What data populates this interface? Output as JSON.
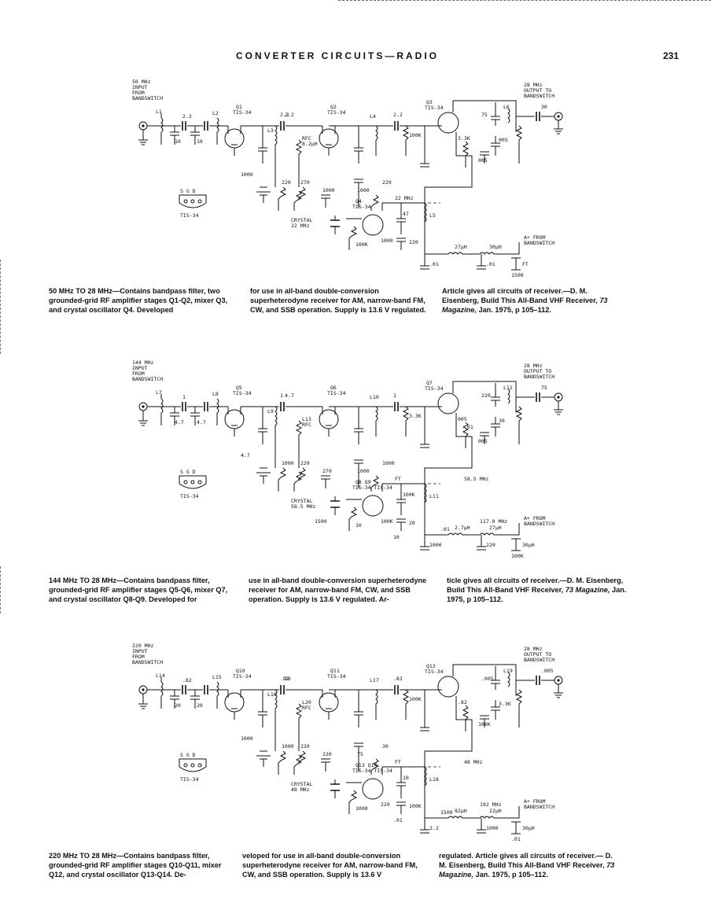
{
  "header": {
    "title": "CONVERTER CIRCUITS—RADIO",
    "page_number": "231"
  },
  "sections": [
    {
      "labels": {
        "input": [
          "50 MHz",
          "INPUT",
          "FROM",
          "BANDSWITCH"
        ],
        "output": [
          "28 MHz",
          "OUTPUT TO",
          "BANDSWITCH"
        ],
        "q_rf1": [
          "Q1",
          "TIS-34"
        ],
        "q_rf2": [
          "Q2",
          "TIS-34"
        ],
        "q_mix": [
          "Q3",
          "TIS-34"
        ],
        "q_osc": [
          "Q4",
          "TIS-34"
        ],
        "caps": [
          "2.2",
          "10",
          "10",
          "2.2",
          "2.2",
          "2.2",
          "1000",
          "220",
          "270",
          "1000",
          "1000",
          "220",
          "75",
          "30",
          "005",
          "005",
          "3.3K",
          "100K",
          "47",
          "100K",
          "1000",
          "220",
          ".01",
          ".01",
          "1500"
        ],
        "coils": [
          "L1",
          "L2",
          "L3",
          "L4",
          "L5",
          "L6",
          "RFC",
          "8.2µH",
          "27µH",
          "30µH",
          "FT",
          "22 MHz"
        ],
        "crystal": [
          "CRYSTAL",
          "22 MHz"
        ],
        "pinout": [
          "S G D",
          "TIS-34"
        ],
        "supply": [
          "A+ FROM",
          "BANDSWITCH"
        ]
      },
      "caption": {
        "col1": "50 MHz TO 28 MHz—Contains bandpass filter, two grounded-grid RF amplifier stages Q1-Q2, mixer Q3, and crystal oscillator Q4. Developed",
        "col2": "for use in all-band double-conversion superheterodyne receiver for AM, narrow-band FM, CW, and SSB operation. Supply is 13.6 V regulated.",
        "col3a": "Article gives all circuits of receiver.—D. M. Eisenberg, Build This All-Band VHF Receiver, ",
        "col3_pub": "73 Magazine,",
        "col3b": " Jan. 1975, p 105–112."
      }
    },
    {
      "labels": {
        "input": [
          "144 MHz",
          "INPUT",
          "FROM",
          "BANDSWITCH"
        ],
        "output": [
          "28 MHz",
          "OUTPUT TO",
          "BANDSWITCH"
        ],
        "q_rf1": [
          "Q5",
          "TIS-34"
        ],
        "q_rf2": [
          "Q6",
          "TIS-34"
        ],
        "q_mix": [
          "Q7",
          "TIS-34"
        ],
        "q_osc": [
          "Q8",
          "TIS-34"
        ],
        "q_osc2": [
          "Q9",
          "TIS-34"
        ],
        "caps": [
          "1",
          "4.7",
          "4.7",
          "1",
          "1",
          "4.7",
          "4.7",
          "1000",
          "220",
          "270",
          "1000",
          "1000",
          "220",
          "75",
          "30",
          "005",
          "005",
          "3.3K",
          "100K",
          "10",
          "100K",
          "20",
          "1000",
          "220",
          "100K",
          "10",
          ".01",
          ".01",
          "1500"
        ],
        "coils": [
          "L7",
          "L8",
          "L9",
          "L10",
          "L11",
          "L12",
          "L13",
          "RFC",
          "2.7µH",
          "27µH",
          "30µH",
          "FT",
          "58.5 MHz",
          "117.0 MHz"
        ],
        "crystal": [
          "CRYSTAL",
          "58.5 MHz"
        ],
        "pinout": [
          "S G D",
          "TIS-34"
        ],
        "supply": [
          "A+ FROM",
          "BANDSWITCH"
        ]
      },
      "caption": {
        "col1": "144 MHz TO 28 MHz—Contains bandpass filter, grounded-grid RF amplifier stages Q5-Q6, mixer Q7, and crystal oscillator Q8-Q9. Developed for",
        "col2": "use in all-band double-conversion superheterodyne receiver for AM, narrow-band FM, CW, and SSB operation. Supply is 13.6 V regulated. Ar-",
        "col3a": "ticle gives all circuits of receiver.—D. M. Eisenberg, Build This All-Band VHF Receiver, ",
        "col3_pub": "73 Magazine,",
        "col3b": " Jan. 1975, p 105–112."
      }
    },
    {
      "labels": {
        "input": [
          "220 MHz",
          "INPUT",
          "FROM",
          "BANDSWITCH"
        ],
        "output": [
          "28 MHz",
          "OUTPUT TO",
          "BANDSWITCH"
        ],
        "q_rf1": [
          "Q10",
          "TIS-34"
        ],
        "q_rf2": [
          "Q11",
          "TIS-34"
        ],
        "q_mix": [
          "Q12",
          "TIS-34"
        ],
        "q_osc": [
          "Q13",
          "TIS-34"
        ],
        "q_osc2": [
          "Q14",
          "TIS-34"
        ],
        "caps": [
          ".82",
          "20",
          "20",
          ".82",
          ".82",
          "20",
          "1000",
          "1000",
          "220",
          "220",
          "75",
          "30",
          ".005",
          ".005",
          "3.3K",
          "100K",
          ".82",
          "100K",
          "10",
          "1000",
          "220",
          "100K",
          "2.2",
          "1000",
          ".01",
          ".01",
          "1500"
        ],
        "coils": [
          "L14",
          "L15",
          "L16",
          "L17",
          "L18",
          "L19",
          "L20",
          "RFC",
          "82µH",
          "22µH",
          "30µH",
          "FT",
          "48 MHz",
          "192 MHz"
        ],
        "crystal": [
          "CRYSTAL",
          "48 MHz"
        ],
        "pinout": [
          "S G D",
          "TIS-34"
        ],
        "supply": [
          "A+ FROM",
          "BANDSWITCH"
        ]
      },
      "caption": {
        "col1": "220 MHz TO 28 MHz—Contains bandpass filter, grounded-grid RF amplifier stages Q10-Q11, mixer Q12, and crystal oscillator Q13-Q14. De-",
        "col2": "veloped for use in all-band double-conversion superheterodyne receiver for AM, narrow-band FM, CW, and SSB operation. Supply is 13.6 V",
        "col3a": "regulated. Article gives all circuits of receiver.— D. M. Eisenberg, Build This All-Band VHF Receiver, ",
        "col3_pub": "73 Magazine,",
        "col3b": " Jan. 1975, p 105–112."
      }
    }
  ]
}
